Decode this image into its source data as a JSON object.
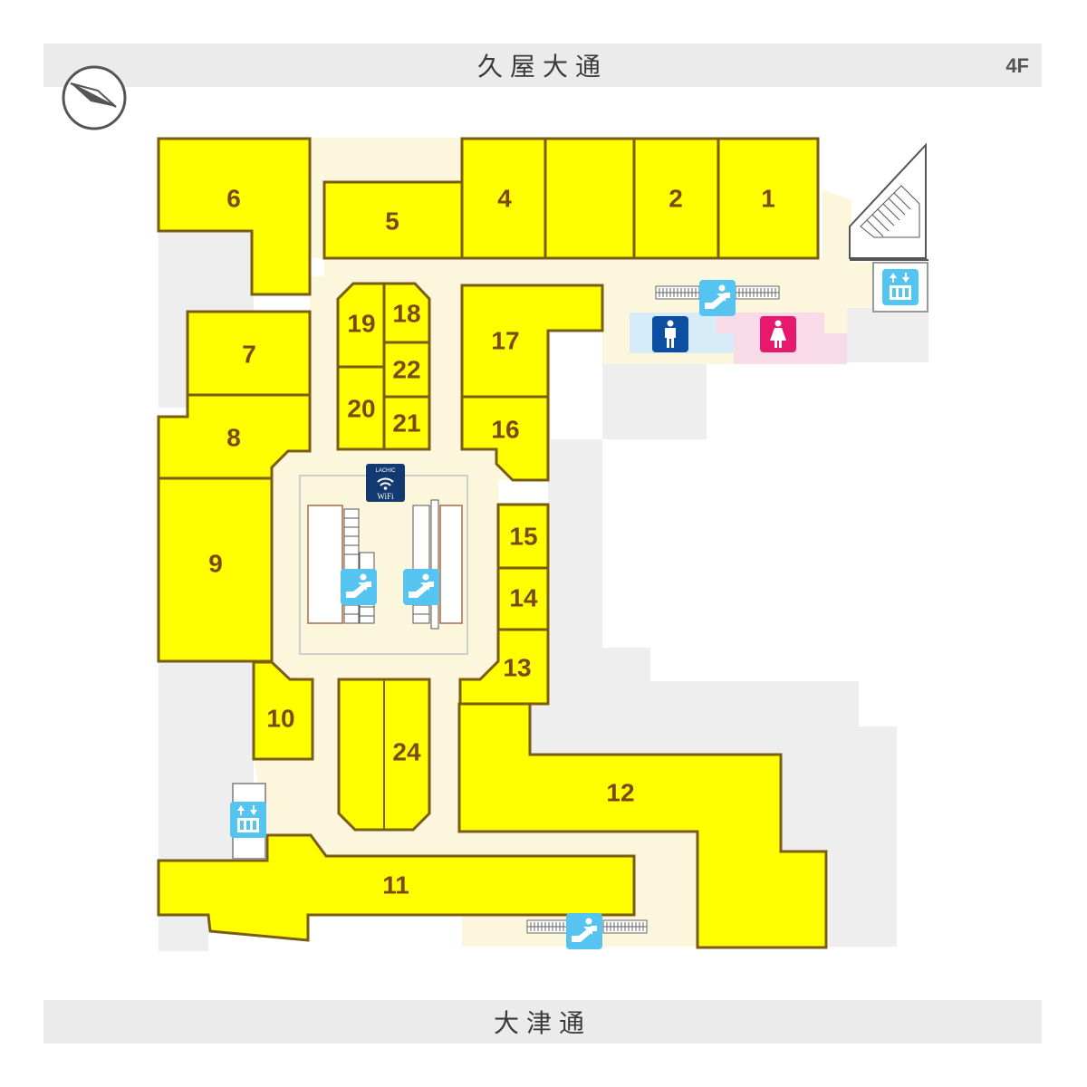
{
  "header": {
    "street": "久屋大通",
    "floor": "4F"
  },
  "footer": {
    "street": "大津通"
  },
  "shops": {
    "s1": "1",
    "s2": "2",
    "s4": "4",
    "s5": "5",
    "s6": "6",
    "s7": "7",
    "s8": "8",
    "s9": "9",
    "s10": "10",
    "s11": "11",
    "s12": "12",
    "s13": "13",
    "s14": "14",
    "s15": "15",
    "s16": "16",
    "s17": "17",
    "s18": "18",
    "s19": "19",
    "s20": "20",
    "s21": "21",
    "s22": "22",
    "s24": "24"
  },
  "wifi": {
    "brand": "LACHIC",
    "label": "WiFi"
  },
  "icons": [
    "compass-icon",
    "escalator-icon",
    "elevator-icon",
    "mens-restroom-icon",
    "womens-restroom-icon",
    "wifi-icon",
    "stairs-icon"
  ],
  "colors": {
    "shop_fill": "#ffff00",
    "shop_border": "#7a5c12",
    "corridor": "#fcf7dc",
    "escalator": "#55c4f0",
    "mens": "#0b4ea2",
    "womens": "#e6196e",
    "wifi_bg": "#123a70"
  }
}
